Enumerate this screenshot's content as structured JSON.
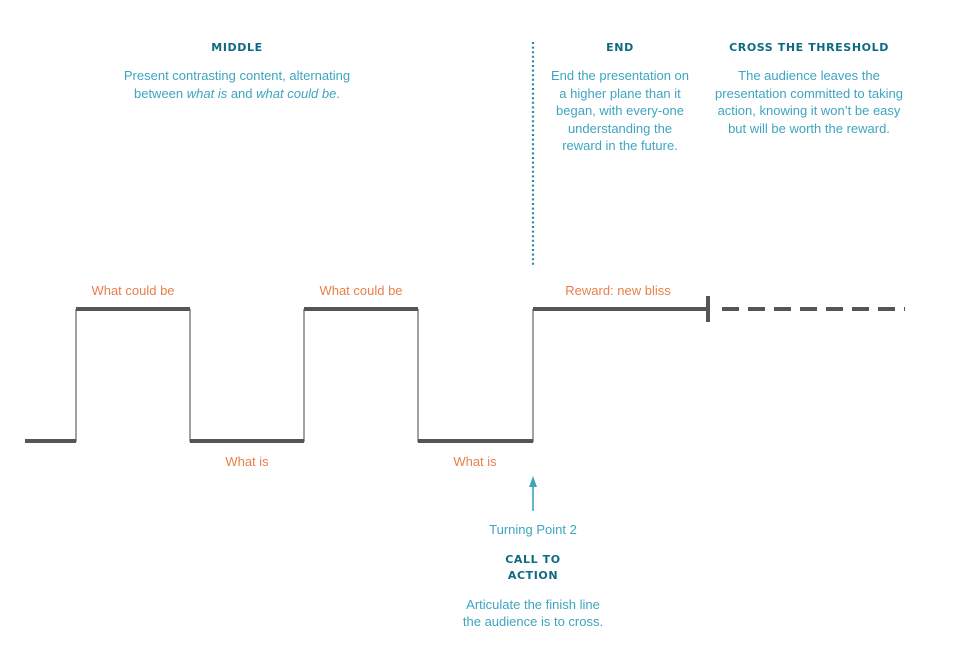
{
  "middle": {
    "heading": "MIDDLE",
    "desc_before": "Present contrasting content, alternating between ",
    "desc_em1": "what is",
    "desc_mid": " and ",
    "desc_em2": "what could be",
    "desc_after": "."
  },
  "end": {
    "heading": "END",
    "desc": "End the presentation on a higher plane than it began, with every-one understanding the reward in the future."
  },
  "cross": {
    "heading": "CROSS THE THRESHOLD",
    "desc": "The audience leaves the presentation committed to taking action, knowing it won’t be easy but will be worth the reward."
  },
  "wave_labels": {
    "high_1": "What could be",
    "high_2": "What could be",
    "low_1": "What is",
    "low_2": "What is",
    "reward": "Reward: new bliss"
  },
  "turning_point": {
    "label": "Turning Point 2",
    "heading_line1": "CALL TO",
    "heading_line2": "ACTION",
    "desc_line1": "Articulate the finish line",
    "desc_line2": "the audience is to cross."
  },
  "colors": {
    "heading": "#0e6a82",
    "description": "#3ea5c0",
    "label_orange": "#e8804c",
    "wave_line": "#555555",
    "divider": "#2a8aa8",
    "arrow": "#3ea5c0"
  }
}
